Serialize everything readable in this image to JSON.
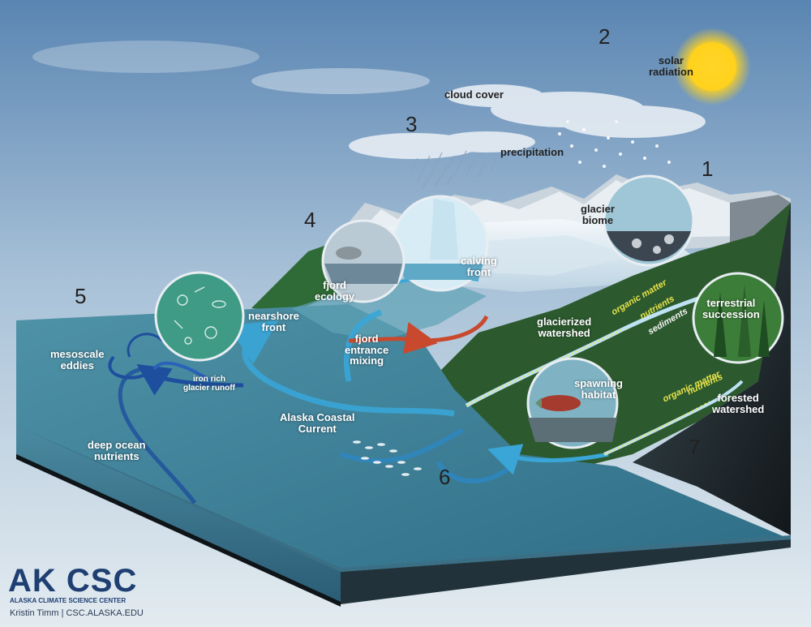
{
  "labels": {
    "solar_radiation": [
      "solar",
      "radiation"
    ],
    "cloud_cover": "cloud cover",
    "precipitation": "precipitation",
    "glacier_biome": [
      "glacier",
      "biome"
    ],
    "calving_front": [
      "calving",
      "front"
    ],
    "fjord_ecology": [
      "fjord",
      "ecology"
    ],
    "nearshore_front": [
      "nearshore",
      "front"
    ],
    "fjord_entrance_mixing": [
      "fjord",
      "entrance",
      "mixing"
    ],
    "glacierized_watershed": [
      "glacierized",
      "watershed"
    ],
    "terrestrial_succession": [
      "terrestrial",
      "succession"
    ],
    "spawning_habitat": [
      "spawning",
      "habitat"
    ],
    "forested_watershed": [
      "forested",
      "watershed"
    ],
    "mesoscale_eddies": [
      "mesoscale",
      "eddies"
    ],
    "iron_rich_runoff": [
      "iron rich",
      "glacier runoff"
    ],
    "alaska_coastal_current": [
      "Alaska Coastal",
      "Current"
    ],
    "deep_ocean_nutrients": [
      "deep ocean",
      "nutrients"
    ],
    "organic_matter": "organic matter",
    "nutrients": "nutrients",
    "sediments": "sediments"
  },
  "numbers": {
    "n1": "1",
    "n2": "2",
    "n3": "3",
    "n4": "4",
    "n5": "5",
    "n6": "6",
    "n7": "7"
  },
  "logo": {
    "text": "AK CSC",
    "subtitle": "ALASKA CLIMATE SCIENCE CENTER",
    "credit_author": "Kristin Timm",
    "credit_sep": "|",
    "credit_site": "CSC.ALASKA.EDU"
  },
  "colors": {
    "sky_top": "#5b86b3",
    "sky_bottom": "#dde7ee",
    "ocean_top": "#3f7f96",
    "ocean_front": "#3a6f86",
    "land": "#2f5a2f",
    "current_dark": "#1e4f9e",
    "current_light": "#3aa6d8",
    "mixing_red": "#c8492e",
    "sun": "#ffd21e",
    "ribbon_yellow": "#e8e34a",
    "ribbon_white": "#f3f3f3"
  }
}
